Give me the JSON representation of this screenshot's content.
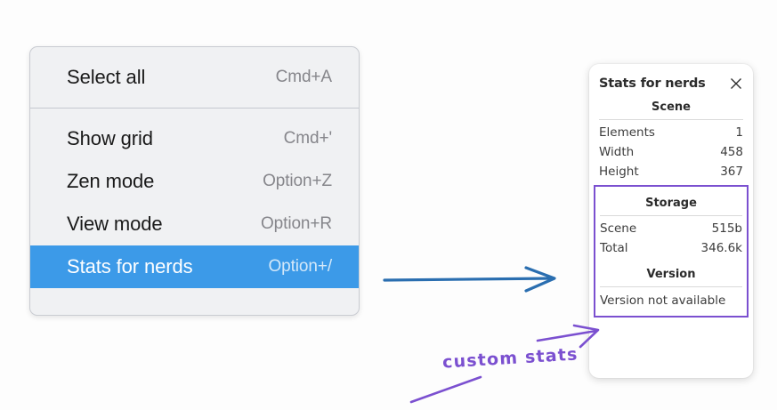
{
  "colors": {
    "menu_background": "#f0f1f3",
    "menu_border": "#c9ccd2",
    "menu_selected": "#3c9ae8",
    "shortcut_text": "#86868b",
    "panel_background": "#ffffff",
    "annotation_purple": "#7b50d0",
    "annotation_blue": "#2a6eb0",
    "page_background": "#fdfdfd"
  },
  "context_menu": {
    "groups": [
      {
        "items": [
          {
            "label": "Select all",
            "shortcut": "Cmd+A",
            "selected": false
          }
        ]
      },
      {
        "items": [
          {
            "label": "Show grid",
            "shortcut": "Cmd+'",
            "selected": false
          },
          {
            "label": "Zen mode",
            "shortcut": "Option+Z",
            "selected": false
          },
          {
            "label": "View mode",
            "shortcut": "Option+R",
            "selected": false
          },
          {
            "label": "Stats for nerds",
            "shortcut": "Option+/",
            "selected": true
          }
        ]
      }
    ]
  },
  "stats_panel": {
    "title": "Stats for nerds",
    "close_icon": "close-icon",
    "scene": {
      "header": "Scene",
      "rows": [
        {
          "key": "Elements",
          "value": "1"
        },
        {
          "key": "Width",
          "value": "458"
        },
        {
          "key": "Height",
          "value": "367"
        }
      ]
    },
    "storage": {
      "header": "Storage",
      "rows": [
        {
          "key": "Scene",
          "value": "515b"
        },
        {
          "key": "Total",
          "value": "346.6k"
        }
      ]
    },
    "version": {
      "header": "Version",
      "text": "Version not available"
    }
  },
  "annotations": {
    "custom_stats_label": "custom stats"
  }
}
